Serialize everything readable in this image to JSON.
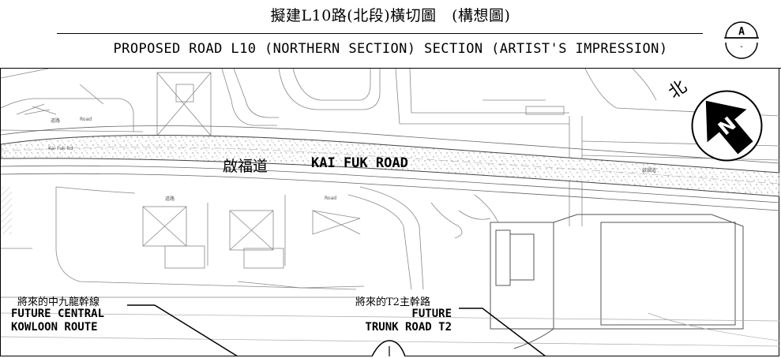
{
  "title": {
    "cn": "擬建L10路(北段)橫切圖　(構想圖)",
    "en": "PROPOSED ROAD L10 (NORTHERN SECTION) SECTION (ARTIST'S IMPRESSION)"
  },
  "section_marker": {
    "label": "A",
    "sub": "-"
  },
  "road": {
    "cn": "啟福道",
    "en": "KAI FUK ROAD"
  },
  "north_arrow": {
    "cn": "北",
    "letter": "N"
  },
  "callouts": {
    "ckr": {
      "cn": "將來的中九龍幹線",
      "en": "FUTURE CENTRAL\nKOWLOON ROUTE"
    },
    "t2": {
      "cn": "將來的T2主幹路",
      "en": "FUTURE\nTRUNK ROAD T2"
    }
  },
  "minor_labels": {
    "road_small_1": "道路",
    "road_small_2": "Road",
    "kai_fuk_small": "啟福道",
    "kai_fuk_small_en": "Kai Fuk Rd"
  }
}
